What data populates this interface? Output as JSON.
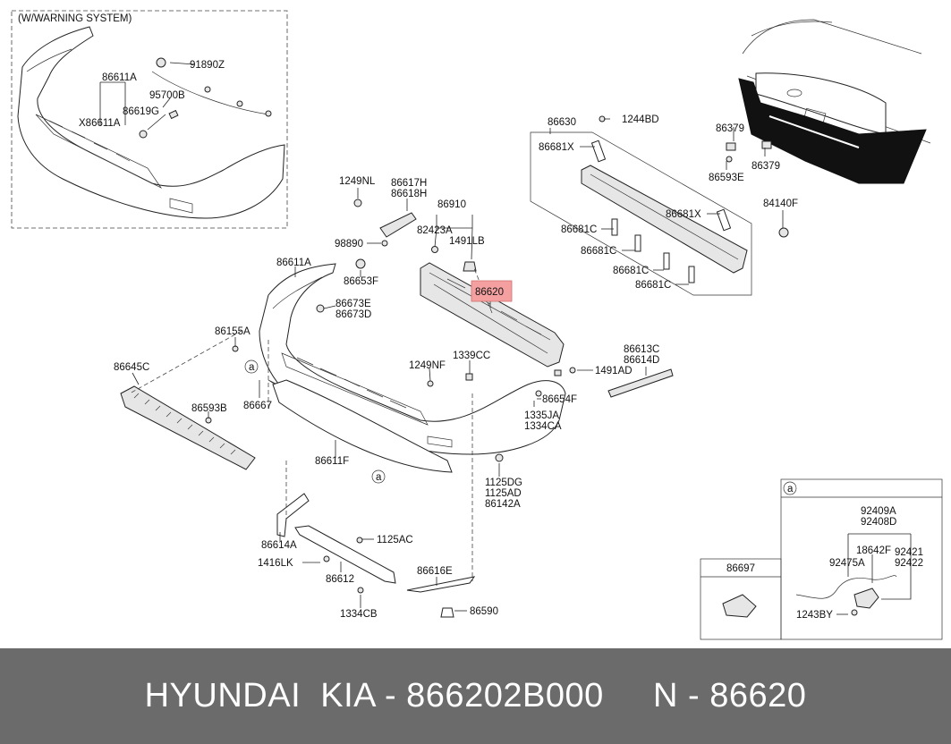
{
  "diagram": {
    "inset_title": "(W/WARNING SYSTEM)",
    "highlight_color": "#f4a0a0",
    "labels": {
      "p91890Z": "91890Z",
      "p86611A_inset": "86611A",
      "p95700B": "95700B",
      "p86619G": "86619G",
      "pX86611A": "X86611A",
      "p86630": "86630",
      "p1244BD": "1244BD",
      "p86681X_a": "86681X",
      "p86681X_b": "86681X",
      "p86681C_a": "86681C",
      "p86681C_b": "86681C",
      "p86681C_c": "86681C",
      "p86681C_d": "86681C",
      "p86379_a": "86379",
      "p86379_b": "86379",
      "p86593E": "86593E",
      "p84140F": "84140F",
      "p1249NL": "1249NL",
      "p86617H": "86617H",
      "p86618H": "86618H",
      "p86910": "86910",
      "p82423A": "82423A",
      "p1491LB": "1491LB",
      "p98890": "98890",
      "p86653F": "86653F",
      "p86611A": "86611A",
      "p86620": "86620",
      "p86673E": "86673E",
      "p86673D": "86673D",
      "p86155A": "86155A",
      "p86645C": "86645C",
      "p86593B": "86593B",
      "p86667": "86667",
      "p1249NF": "1249NF",
      "p1339CC": "1339CC",
      "p86613C": "86613C",
      "p86614D": "86614D",
      "p1491AD": "1491AD",
      "p86654F": "86654F",
      "p1335JA": "1335JA",
      "p1334CA": "1334CA",
      "p86611F": "86611F",
      "p1125DG": "1125DG",
      "p1125AD": "1125AD",
      "p86142A": "86142A",
      "p86614A": "86614A",
      "p1125AC": "1125AC",
      "p1416LK": "1416LK",
      "p86612": "86612",
      "p1334CB": "1334CB",
      "p86616E": "86616E",
      "p86590": "86590",
      "p86697": "86697",
      "p92409A": "92409A",
      "p92408D": "92408D",
      "p18642F": "18642F",
      "p92421": "92421",
      "p92422": "92422",
      "p92475A": "92475A",
      "p1243BY": "1243BY",
      "ref_a1": "a",
      "ref_a2": "a",
      "ref_a3": "a"
    }
  },
  "footer": {
    "text": "HYUNDAI  KIA - 866202B000     N - 86620"
  }
}
